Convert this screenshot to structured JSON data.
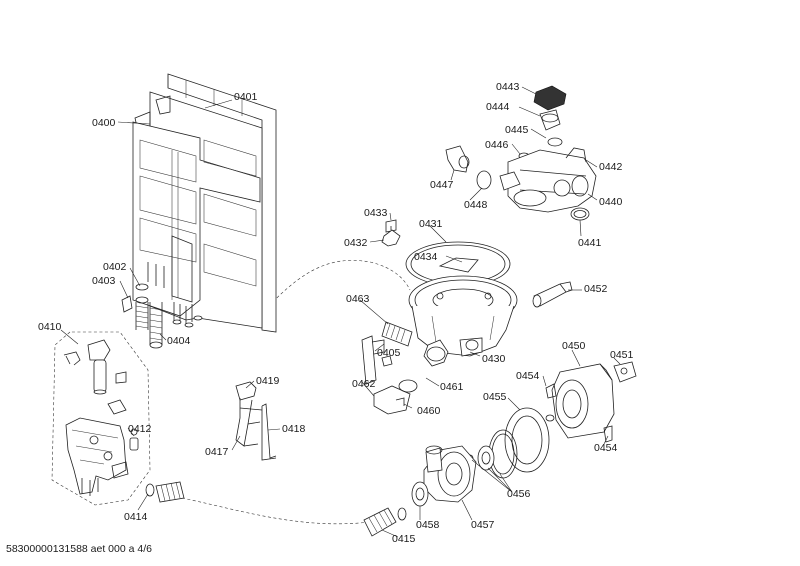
{
  "drawing": {
    "footer": "58300000131588 aet 000 a 4/6",
    "labels": {
      "p0400": "0400",
      "p0401": "0401",
      "p0402": "0402",
      "p0403": "0403",
      "p0404": "0404",
      "p0405": "0405",
      "p0410": "0410",
      "p0412": "0412",
      "p0414": "0414",
      "p0415": "0415",
      "p0417": "0417",
      "p0418": "0418",
      "p0419": "0419",
      "p0430": "0430",
      "p0431": "0431",
      "p0432": "0432",
      "p0433": "0433",
      "p0434": "0434",
      "p0440": "0440",
      "p0441": "0441",
      "p0442": "0442",
      "p0443": "0443",
      "p0444": "0444",
      "p0445": "0445",
      "p0446": "0446",
      "p0447": "0447",
      "p0448": "0448",
      "p0450": "0450",
      "p0451": "0451",
      "p0452": "0452",
      "p0454a": "0454",
      "p0454b": "0454",
      "p0455": "0455",
      "p0456": "0456",
      "p0457": "0457",
      "p0458": "0458",
      "p0460": "0460",
      "p0461": "0461",
      "p0462": "0462",
      "p0463": "0463"
    }
  }
}
